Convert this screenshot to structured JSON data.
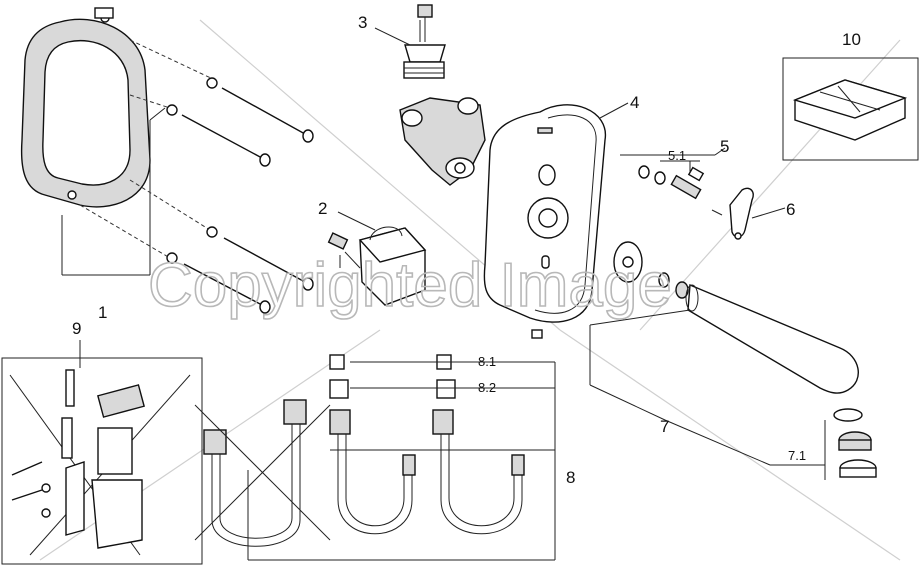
{
  "watermark": "Copyrighted Image",
  "labels": {
    "p1": "1",
    "p2": "2",
    "p3": "3",
    "p4": "4",
    "p5": "5",
    "p5_1": "5.1",
    "p6": "6",
    "p7": "7",
    "p7_1": "7.1",
    "p8": "8",
    "p8_1": "8.1",
    "p8_2": "8.2",
    "p9": "9",
    "p10": "10"
  }
}
